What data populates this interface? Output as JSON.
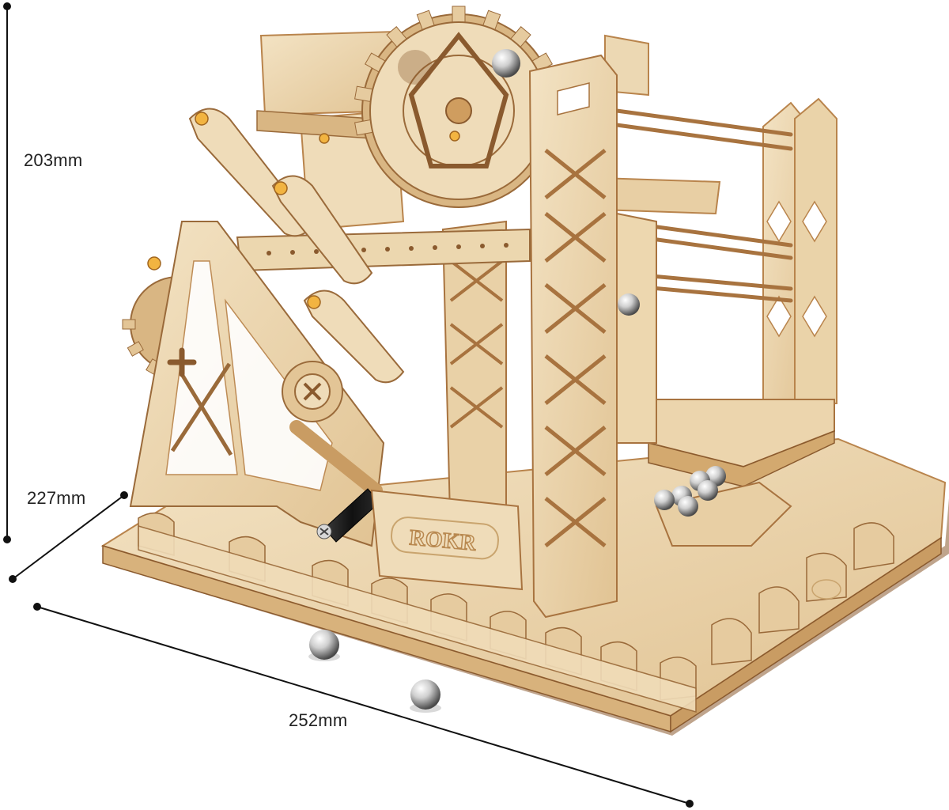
{
  "product": {
    "brand_engraving": "ROKR"
  },
  "dimensions": {
    "height": "203mm",
    "depth": "227mm",
    "width": "252mm"
  },
  "colors": {
    "plywood_light": "#efdcb9",
    "plywood_mid": "#e3c596",
    "plywood_edge": "#b9844c",
    "plywood_shadow": "#8a5a2e",
    "steel_ball": "#c9c9c9",
    "handle_black": "#1b1b1b",
    "dimension_line": "#111111",
    "peg_orange": "#f2b441"
  }
}
